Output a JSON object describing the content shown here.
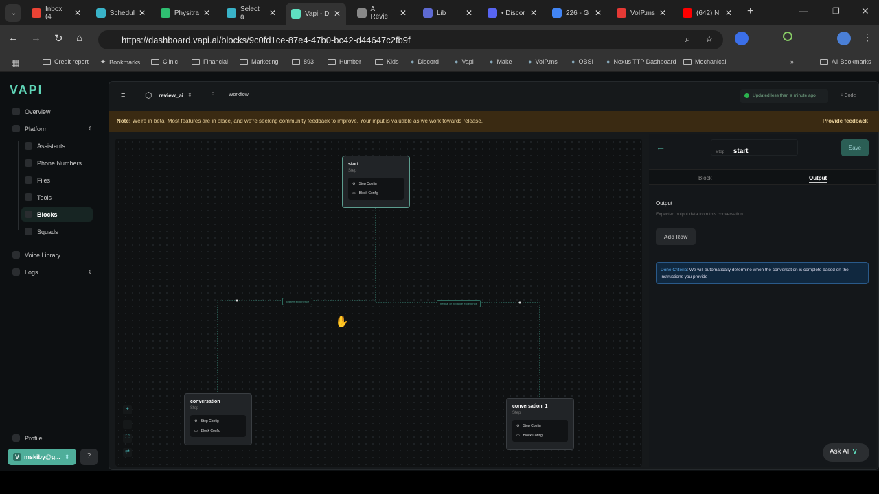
{
  "browser": {
    "tabs": [
      {
        "label": "Inbox (4",
        "color": "#ea4335"
      },
      {
        "label": "Schedul",
        "color": "#39b3c8"
      },
      {
        "label": "Physitra",
        "color": "#2fbf71"
      },
      {
        "label": "Select a",
        "color": "#39b3c8"
      },
      {
        "label": "Vapi - D",
        "color": "#5fe0c0"
      },
      {
        "label": "AI Revie",
        "color": "#888888"
      },
      {
        "label": "Lib",
        "color": "#5e6ad2"
      },
      {
        "label": "• Discor",
        "color": "#5865f2"
      },
      {
        "label": "226 - G",
        "color": "#4285f4"
      },
      {
        "label": "VoIP.ms",
        "color": "#e53935"
      },
      {
        "label": "(642) N",
        "color": "#ff0000"
      }
    ],
    "url": "https://dashboard.vapi.ai/blocks/9c0fd1ce-87e4-47b0-bc42-d44647c2fb9f",
    "bookmarks": [
      "Credit report",
      "Bookmarks",
      "Clinic",
      "Financial",
      "Marketing",
      "893",
      "Humber",
      "Kids",
      "Discord",
      "Vapi",
      "Make",
      "VoIP.ms",
      "OBSI",
      "Nexus TTP Dashboard",
      "Mechanical"
    ],
    "all_bookmarks": "All Bookmarks"
  },
  "sidebar": {
    "logo": "VAPI",
    "items": [
      {
        "label": "Overview"
      },
      {
        "label": "Platform"
      },
      {
        "label": "Assistants"
      },
      {
        "label": "Phone Numbers"
      },
      {
        "label": "Files"
      },
      {
        "label": "Tools"
      },
      {
        "label": "Blocks"
      },
      {
        "label": "Squads"
      },
      {
        "label": "Voice Library"
      },
      {
        "label": "Logs"
      }
    ],
    "profile": "Profile",
    "account": "mskiby@g..."
  },
  "header": {
    "block_name": "review_ai",
    "tab": "Workflow",
    "status": "Updated less than a minute ago",
    "code": "Code"
  },
  "banner": {
    "note": "Note:",
    "text": " We're in beta! Most features are in place, and we're seeking community feedback to improve. Your input is valuable as we work towards release.",
    "link": "Provide feedback"
  },
  "canvas": {
    "nodes": [
      {
        "title": "start",
        "sub": "Step"
      },
      {
        "title": "conversation",
        "sub": "Step"
      },
      {
        "title": "conversation_1",
        "sub": "Step"
      }
    ],
    "step_config": "Step Config",
    "block_config": "Block Config",
    "edges": [
      "positive experience",
      "neutral or negative experience"
    ]
  },
  "panel": {
    "step_label": "Step",
    "step_name": "start",
    "save": "Save",
    "tabs": [
      "Block",
      "Output"
    ],
    "active_tab": "Output",
    "output_title": "Output",
    "output_desc": "Expected output data from this conversation",
    "add_row": "Add Row",
    "done_label": "Done Criteria",
    "done_text": ": We will automatically determine when the conversation is complete based on the instructions you provide"
  },
  "ask_ai": "Ask AI"
}
